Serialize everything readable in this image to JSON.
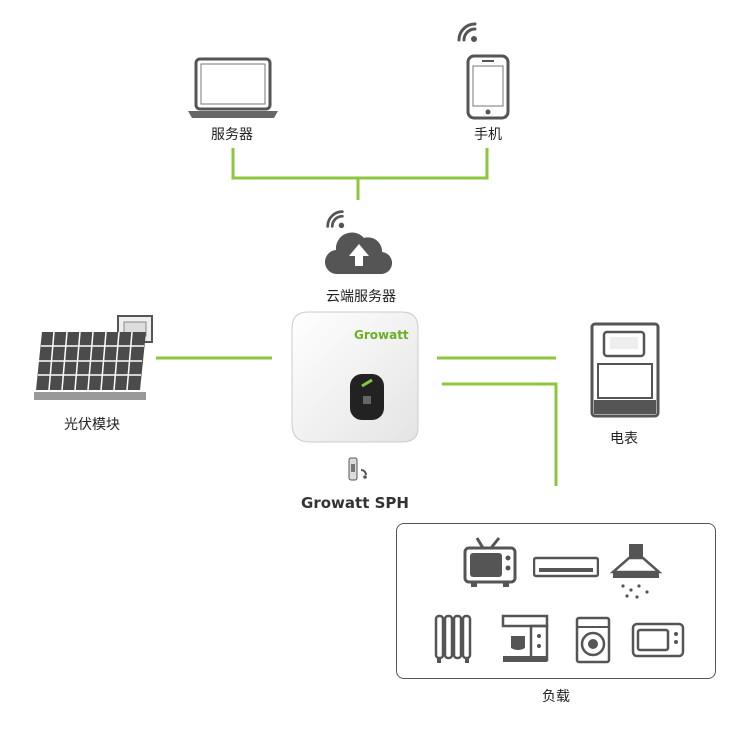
{
  "nodes": {
    "server": {
      "label": "服务器",
      "icon": "laptop-icon"
    },
    "phone": {
      "label": "手机",
      "icon": "smartphone-icon"
    },
    "cloud": {
      "label": "云端服务器",
      "icon": "cloud-upload-icon"
    },
    "pv": {
      "label": "光伏模块",
      "icon": "solar-panel-icon"
    },
    "inverter": {
      "label": "Growatt SPH",
      "brand": "Growatt",
      "icon": "inverter-icon"
    },
    "meter": {
      "label": "电表",
      "icon": "electric-meter-icon"
    },
    "load": {
      "label": "负载"
    }
  },
  "appliances": [
    {
      "name": "television",
      "icon": "tv-icon"
    },
    {
      "name": "air-conditioner",
      "icon": "air-conditioner-icon"
    },
    {
      "name": "range-hood",
      "icon": "range-hood-icon"
    },
    {
      "name": "oil-heater",
      "icon": "radiator-icon"
    },
    {
      "name": "coffee-machine",
      "icon": "coffee-machine-icon"
    },
    {
      "name": "washing-machine",
      "icon": "washing-machine-icon"
    },
    {
      "name": "microwave",
      "icon": "microwave-icon"
    }
  ],
  "colors": {
    "link": "#8cc63f",
    "icon": "#555555",
    "brand": "#6ab023"
  }
}
